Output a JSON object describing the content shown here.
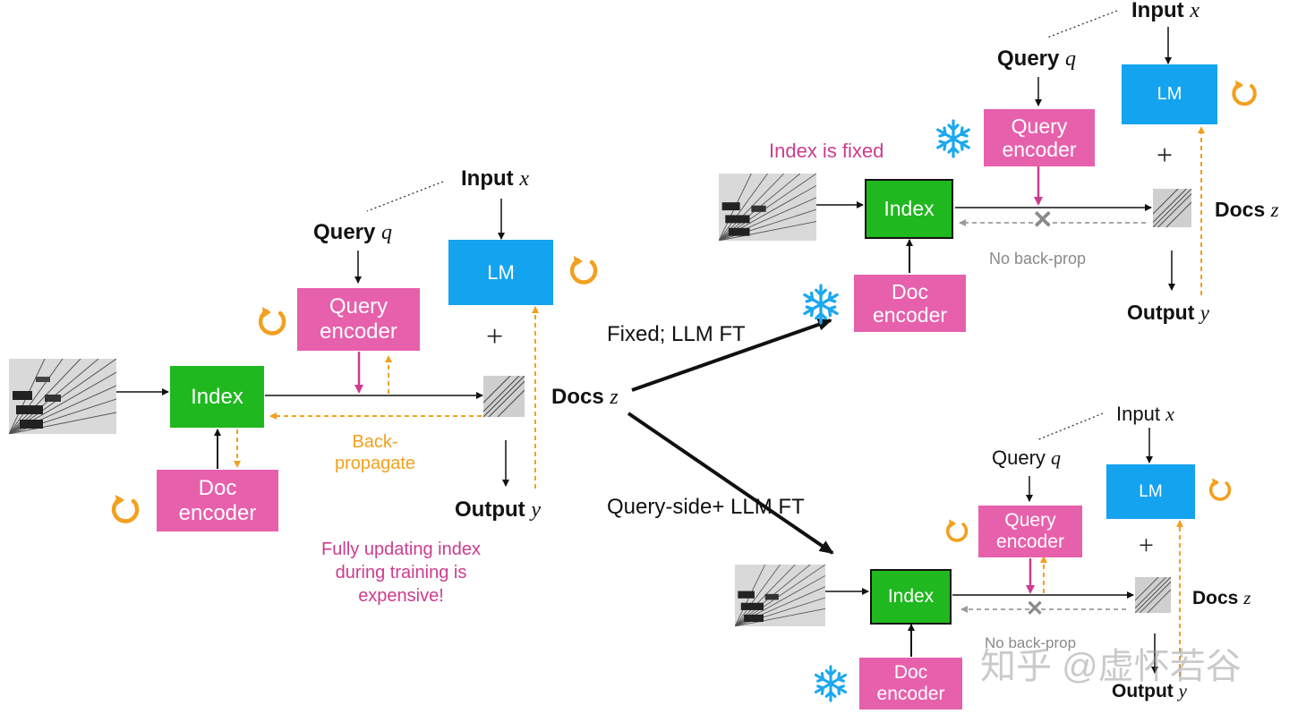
{
  "colors": {
    "pink": "#e760ac",
    "green": "#1fb81f",
    "blue": "#14a3ef",
    "orange": "#f2a01e",
    "magenta_text": "#cc3c8e",
    "gray": "#8a8a8a"
  },
  "left_panel": {
    "input_label": "Input",
    "input_var": "x",
    "query_label": "Query",
    "query_var": "q",
    "query_encoder_line1": "Query",
    "query_encoder_line2": "encoder",
    "lm_label": "LM",
    "index_label": "Index",
    "doc_encoder_line1": "Doc",
    "doc_encoder_line2": "encoder",
    "backprop_line1": "Back-",
    "backprop_line2": "propagate",
    "output_label": "Output",
    "output_var": "y",
    "plus": "+",
    "note_line1": "Fully updating index",
    "note_line2": "during training is",
    "note_line3": "expensive!"
  },
  "center": {
    "docs_label": "Docs",
    "docs_var": "z",
    "branch_top_label": "Fixed; LLM FT",
    "branch_bottom_label": "Query-side+ LLM FT"
  },
  "top_right_panel": {
    "input_label": "Input",
    "input_var": "x",
    "query_label": "Query",
    "query_var": "q",
    "query_encoder_line1": "Query",
    "query_encoder_line2": "encoder",
    "lm_label": "LM",
    "index_label": "Index",
    "index_fixed_note": "Index is fixed",
    "doc_encoder_line1": "Doc",
    "doc_encoder_line2": "encoder",
    "no_backprop": "No back-prop",
    "docs_label": "Docs",
    "docs_var": "z",
    "output_label": "Output",
    "output_var": "y",
    "plus": "+"
  },
  "bottom_right_panel": {
    "input_label": "Input",
    "input_var": "x",
    "query_label": "Query",
    "query_var": "q",
    "query_encoder_line1": "Query",
    "query_encoder_line2": "encoder",
    "lm_label": "LM",
    "index_label": "Index",
    "doc_encoder_line1": "Doc",
    "doc_encoder_line2": "encoder",
    "no_backprop": "No back-prop",
    "docs_label": "Docs",
    "docs_var": "z",
    "output_label": "Output",
    "output_var": "y",
    "plus": "+"
  },
  "watermark": "知乎 @虚怀若谷",
  "icons": {
    "trainable": "refresh-cycle-icon",
    "frozen": "snowflake-icon",
    "corpus": "word-cloud-thumbnail",
    "document": "document-thumbnail"
  }
}
